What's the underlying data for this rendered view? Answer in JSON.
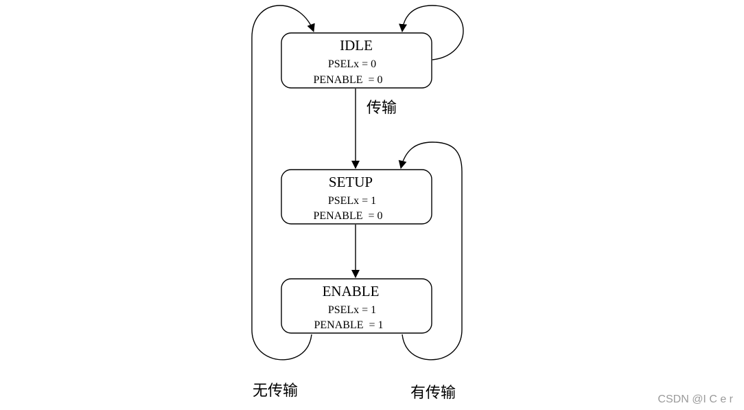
{
  "diagram": {
    "states": {
      "idle": {
        "title": "IDLE",
        "line1": "PSELx = 0",
        "line2": "PENABLE  = 0"
      },
      "setup": {
        "title": "SETUP",
        "line1": "PSELx = 1",
        "line2": "PENABLE  = 0"
      },
      "enable": {
        "title": "ENABLE",
        "line1": "PSELx = 1",
        "line2": "PENABLE  = 1"
      }
    },
    "edges": {
      "idle_to_setup": "传输",
      "no_transfer": "无传输",
      "has_transfer": "有传输"
    }
  },
  "watermark": "CSDN @I C e r"
}
